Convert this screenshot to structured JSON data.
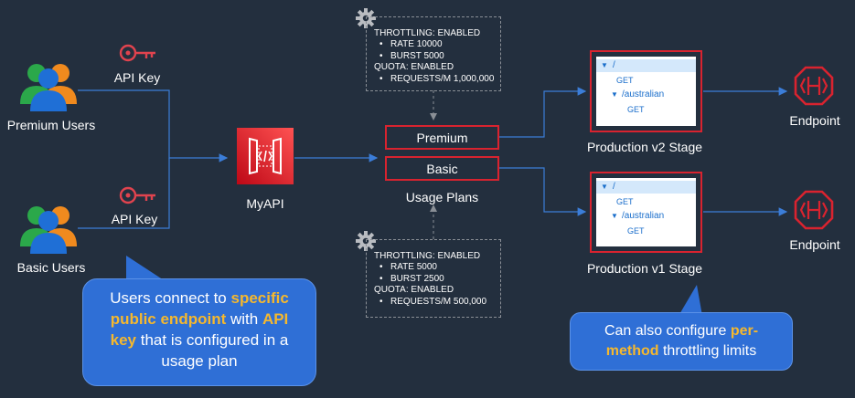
{
  "premium_users_label": "Premium Users",
  "basic_users_label": "Basic Users",
  "api_key_top": "API Key",
  "api_key_bottom": "API Key",
  "myapi_label": "MyAPI",
  "usage_plans": {
    "premium": "Premium",
    "basic": "Basic",
    "label": "Usage Plans"
  },
  "premium_config": {
    "throttling": "THROTTLING: ENABLED",
    "rate": "RATE 10000",
    "burst": "BURST 5000",
    "quota": "QUOTA: ENABLED",
    "requests": "REQUESTS/M 1,000,000"
  },
  "basic_config": {
    "throttling": "THROTTLING: ENABLED",
    "rate": "RATE 5000",
    "burst": "BURST 2500",
    "quota": "QUOTA: ENABLED",
    "requests": "REQUESTS/M 500,000"
  },
  "v2_stage": {
    "label": "Production v2 Stage",
    "root": "/",
    "get1": "GET",
    "child": "/australian",
    "get2": "GET"
  },
  "v1_stage": {
    "label": "Production v1 Stage",
    "root": "/",
    "get1": "GET",
    "child": "/australian",
    "get2": "GET"
  },
  "endpoint_top": "Endpoint",
  "endpoint_bottom": "Endpoint",
  "callout_left": {
    "line1a": "Users connect to ",
    "line1b": "specific",
    "line2a": "public endpoint",
    "line2b": " with ",
    "line2c": "API",
    "line3a": "key",
    "line3b": " that is configured in a",
    "line4": "usage plan"
  },
  "callout_right": {
    "line1a": "Can also configure ",
    "line1b": "per-",
    "line2a": "method",
    "line2b": " throttling limits"
  },
  "colors": {
    "background": "#232f3e",
    "accent_red": "#d9232f",
    "connector_blue": "#3b7dd8",
    "highlight": "#f5b82e",
    "callout_bg": "#2f6fd6"
  }
}
